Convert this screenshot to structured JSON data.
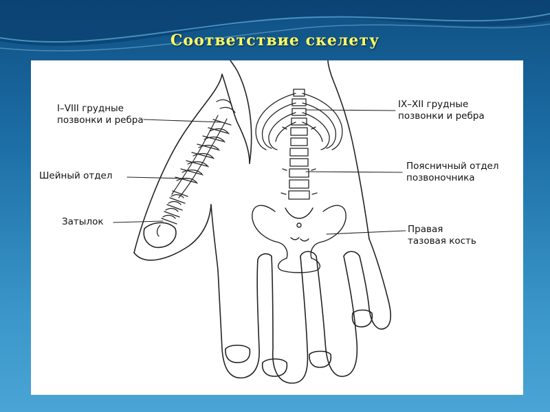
{
  "slide": {
    "title": "Соответствие скелету",
    "title_color": "#ffff66",
    "background_color": "#1c6fa6"
  },
  "diagram": {
    "labels": {
      "thoracic_1_8": {
        "line1": "I–VIII грудные",
        "line2": "позвонки и ребра"
      },
      "thoracic_9_12": {
        "line1": "IX–XII грудные",
        "line2": "позвонки и ребра"
      },
      "cervical": {
        "line1": "Шейный отдел"
      },
      "lumbar": {
        "line1": "Поясничный отдел",
        "line2": "позвоночника"
      },
      "occiput": {
        "line1": "Затылок"
      },
      "pelvis": {
        "line1": "Правая",
        "line2": "тазовая кость"
      }
    }
  }
}
